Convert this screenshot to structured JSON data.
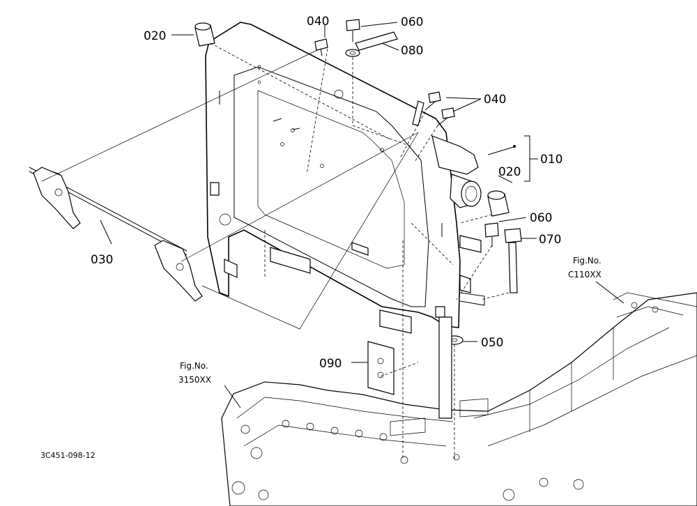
{
  "callouts": {
    "p010": "010",
    "p020_top": "020",
    "p020_right": "020",
    "p030": "030",
    "p040_top": "040",
    "p040_right": "040",
    "p050": "050",
    "p060_top": "060",
    "p060_right": "060",
    "p070": "070",
    "p080": "080",
    "p090": "090"
  },
  "figure_refs": {
    "ref1_label": "Fig.No.",
    "ref1_code": "C110XX",
    "ref2_label": "Fig.No.",
    "ref2_code": "3150XX"
  },
  "drawing_code": "3C451-098-12"
}
